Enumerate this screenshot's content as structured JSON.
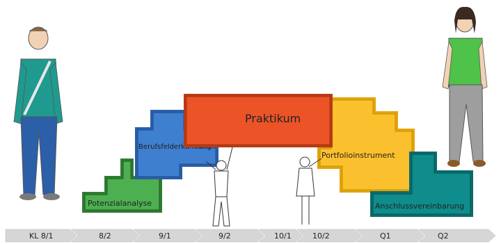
{
  "stages": {
    "potenzialanalyse": "Potenzialanalyse",
    "berufsfelderkundung": "Berufsfelderkundung",
    "praktikum": "Praktikum",
    "portfolioinstrument": "Portfolioinstrument",
    "anschlussvereinbarung": "Anschlussvereinbarung"
  },
  "timeline": [
    "KL 8/1",
    "8/2",
    "9/1",
    "9/2",
    "10/1",
    "10/2",
    "Q1",
    "Q2"
  ],
  "colors": {
    "green": "#4caf50",
    "blue": "#3f7fd0",
    "red": "#ec5428",
    "yellow": "#fbc02d",
    "teal": "#0f8c8c",
    "timeline": "#d6d6d6"
  },
  "figures": [
    "student-boy",
    "student-girl",
    "person-lifting-left",
    "person-lifting-right"
  ]
}
